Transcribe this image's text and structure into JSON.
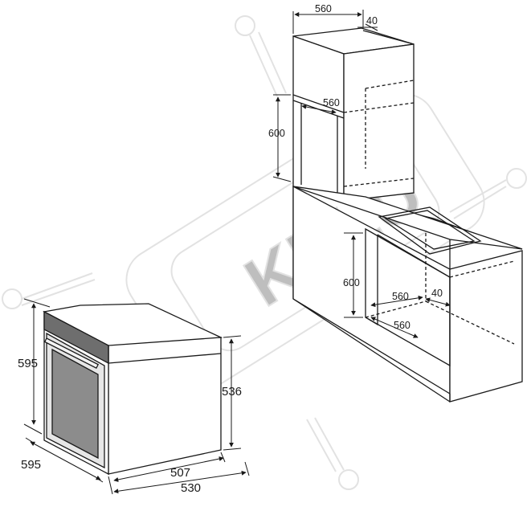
{
  "dimensions": {
    "cabinet_top_width": "560",
    "cabinet_top_depth": "40",
    "tall_niche_width": "560",
    "tall_niche_height": "600",
    "under_niche_height": "600",
    "under_niche_width": "560",
    "under_niche_depth": "40",
    "under_niche_width_bottom": "560",
    "oven_height": "595",
    "oven_width": "595",
    "oven_body_height": "536",
    "oven_body_depth": "507",
    "oven_total_depth": "530"
  },
  "watermark": {
    "text": "KKLU"
  }
}
